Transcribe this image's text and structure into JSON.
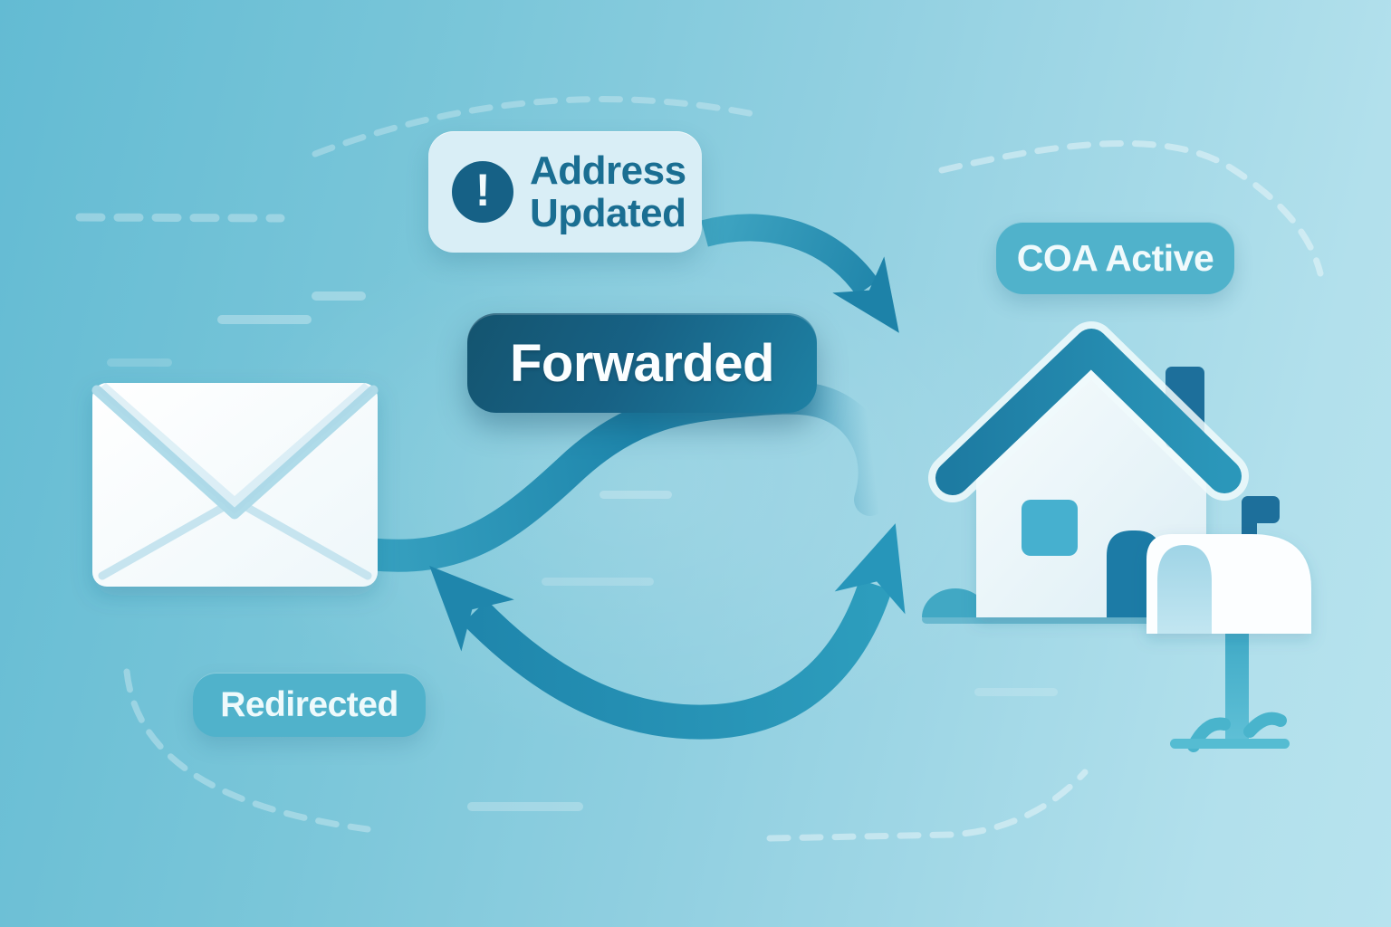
{
  "title": "Mail forwarding concept illustration",
  "badges": {
    "address_updated": {
      "line1": "Address",
      "line2": "Updated",
      "icon": "exclamation-icon",
      "icon_glyph": "!"
    },
    "forwarded": {
      "label": "Forwarded"
    },
    "coa_active": {
      "label": "COA Active"
    },
    "redirected": {
      "label": "Redirected"
    }
  },
  "graphics": {
    "envelope": "envelope-icon",
    "house": "house-icon",
    "mailbox": "mailbox-icon",
    "arrows": [
      "forward-arrow",
      "route-curve",
      "redirect-arrow"
    ],
    "decor": [
      "dashed-path",
      "light-streak"
    ]
  },
  "colors": {
    "background_start": "#63bbd3",
    "background_end": "#b2e0ec",
    "badge_light_bg": "#d9eef6",
    "badge_dark_start": "#14546f",
    "badge_dark_end": "#1e81a4",
    "badge_teal_bg": "#50b2cb",
    "text_dark_teal": "#1a6e92",
    "text_white": "#fbfeff",
    "accent_dark": "#166186",
    "arrow_teal": "#1e86ac",
    "roof_teal": "#1d7ba2",
    "window_teal": "#46b0cf"
  }
}
